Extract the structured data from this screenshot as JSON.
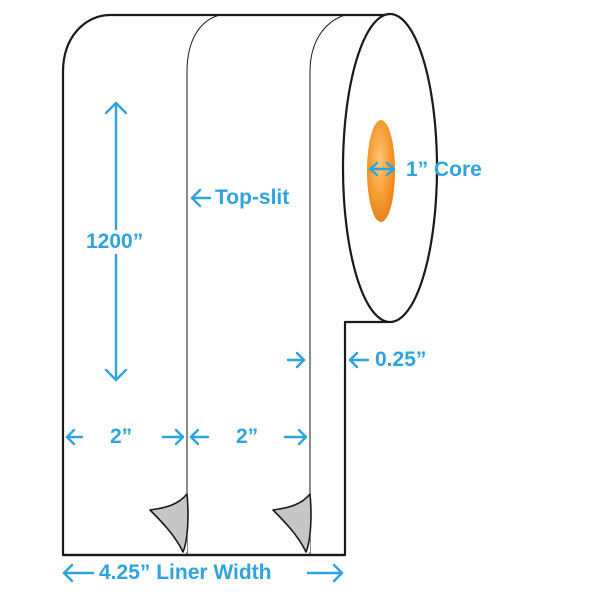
{
  "labels": {
    "length": "1200”",
    "top_slit": "Top-slit",
    "core": "1” Core",
    "gap": "0.25”",
    "label_width_left": "2”",
    "label_width_right": "2”",
    "liner_width": "4.25” Liner Width"
  },
  "colors": {
    "dimension": "#2ea3dd",
    "outline": "#1a1a1a",
    "core_fill": "#f28c1f",
    "core_highlight": "#ffd08a",
    "peel_fill": "#c8c8c8",
    "background": "#ffffff"
  },
  "icons": {
    "arrow": "double-headed-arrow",
    "peel": "peeled-label-corner"
  }
}
